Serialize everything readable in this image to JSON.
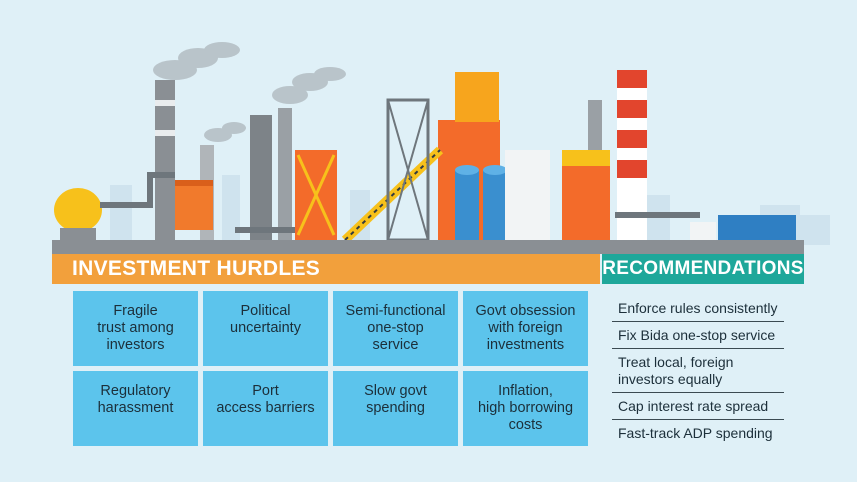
{
  "hurdles": {
    "heading": "INVESTMENT HURDLES",
    "items": [
      "Fragile\ntrust among\ninvestors",
      "Political\nuncertainty",
      "Semi-functional\none-stop\nservice",
      "Govt obsession\nwith foreign\ninvestments",
      "Regulatory\nharassment",
      "Port\naccess barriers",
      "Slow govt\nspending",
      "Inflation,\nhigh borrowing\ncosts"
    ]
  },
  "recommendations": {
    "heading": "RECOMMENDATIONS",
    "items": [
      "Enforce rules consistently",
      "Fix Bida one-stop service",
      "Treat local, foreign\ninvestors equally",
      "Cap interest rate spread",
      "Fast-track ADP spending"
    ]
  },
  "colors": {
    "background": "#dff0f7",
    "hurdles_banner": "#f2a03c",
    "recommendations_banner": "#1ea79a",
    "card": "#5cc4ec"
  },
  "illustration": {
    "icons": [
      "factory-illustration",
      "smokestack-icon",
      "storage-tank-icon",
      "conveyor-icon",
      "truck-icon"
    ]
  }
}
